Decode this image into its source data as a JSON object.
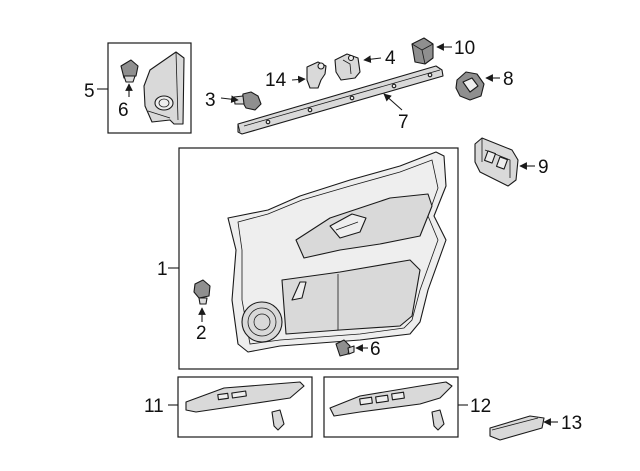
{
  "callouts": {
    "c1": "1",
    "c2": "2",
    "c3": "3",
    "c4": "4",
    "c5": "5",
    "c6a": "6",
    "c6b": "6",
    "c7": "7",
    "c8": "8",
    "c9": "9",
    "c10": "10",
    "c11": "11",
    "c12": "12",
    "c13": "13",
    "c14": "14"
  },
  "colors": {
    "line": "#1a1a1a",
    "part_fill": "#d9d9d9",
    "part_light": "#eeeeee",
    "part_dark": "#8f8f8f",
    "background": "#ffffff"
  }
}
